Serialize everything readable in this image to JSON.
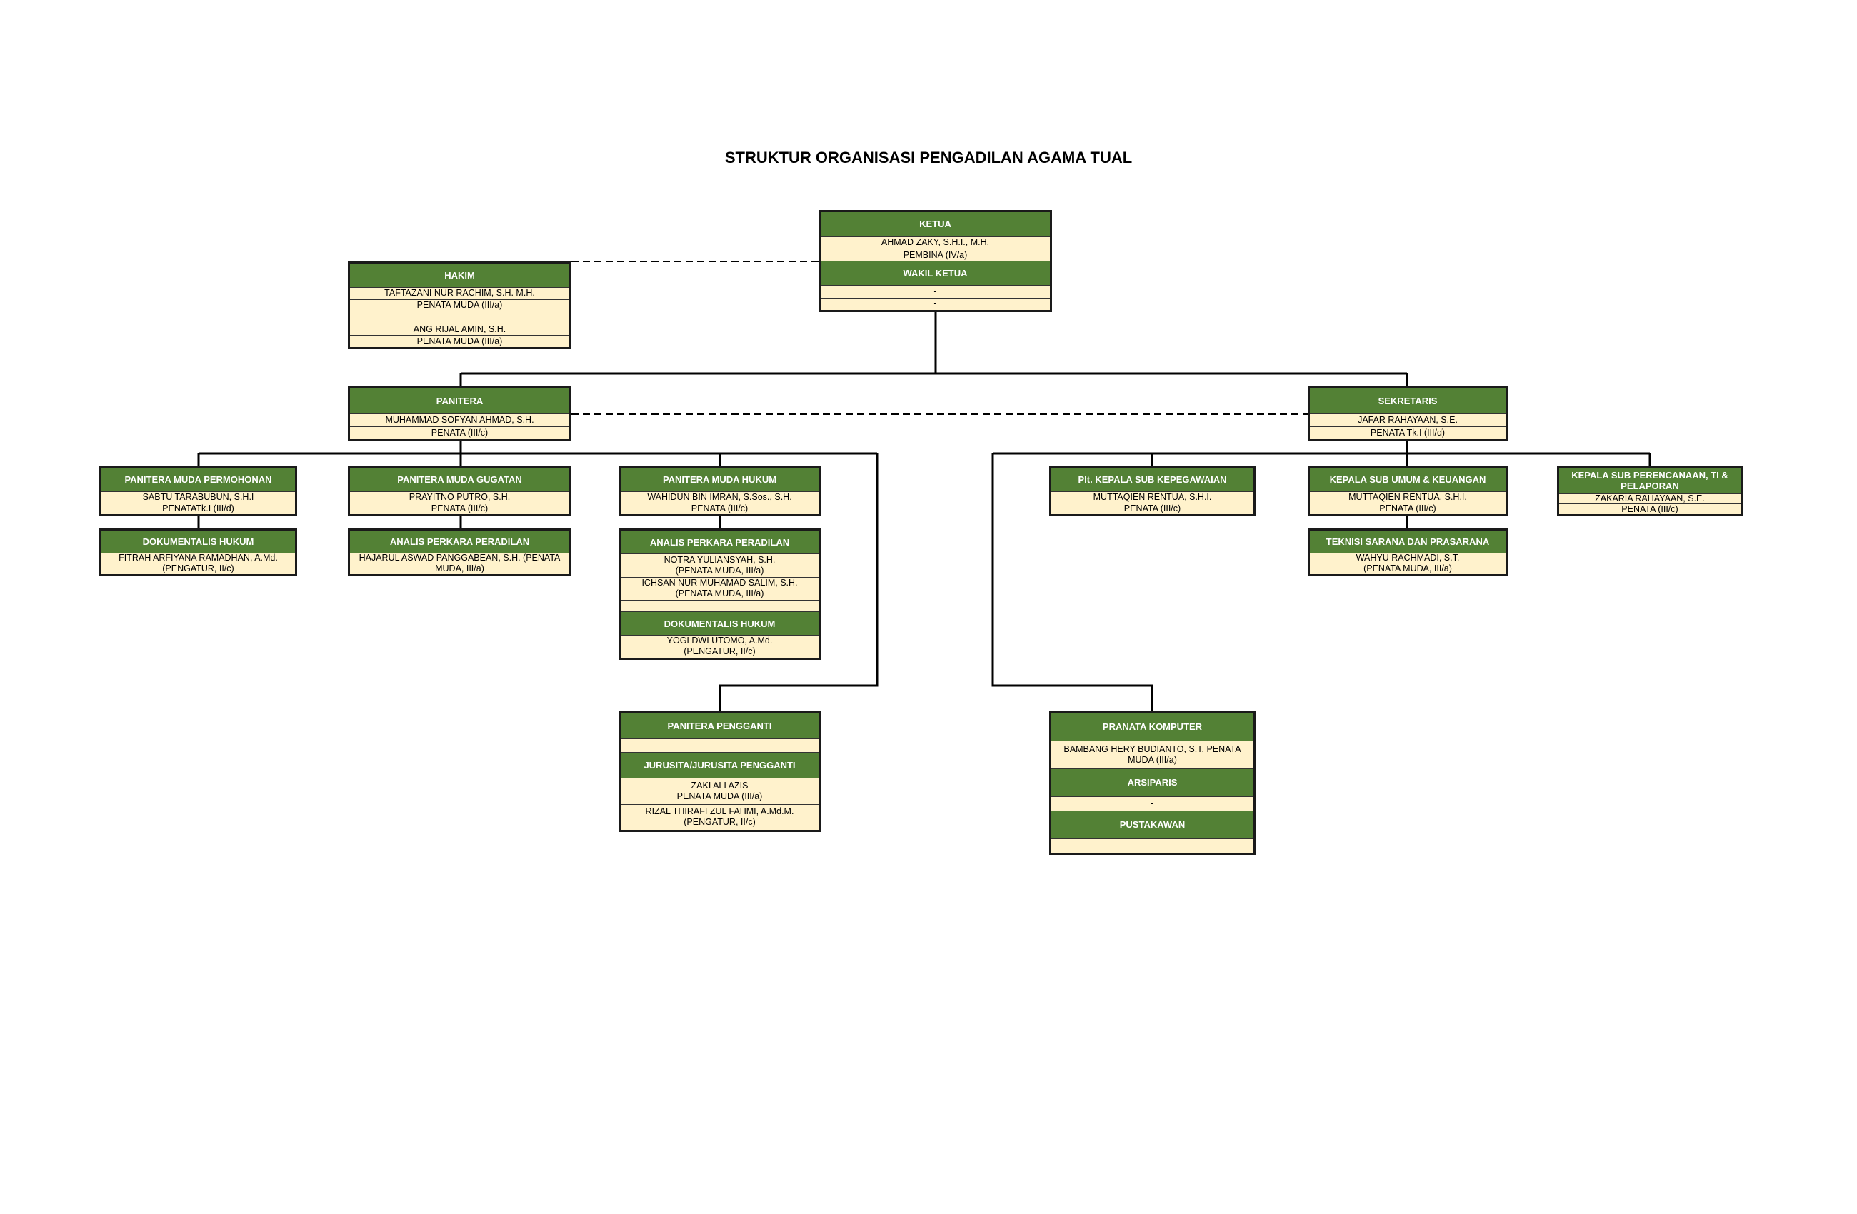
{
  "title": "STRUKTUR ORGANISASI PENGADILAN AGAMA TUAL",
  "colors": {
    "header": "#538135",
    "cell": "#fff2cc",
    "border": "#1a1a1a"
  },
  "boxes": {
    "ketua": [
      {
        "header": "KETUA",
        "rows": [
          "AHMAD ZAKY, S.H.I., M.H.",
          "PEMBINA (IV/a)"
        ]
      },
      {
        "header": "WAKIL KETUA",
        "rows": [
          "-",
          "-"
        ]
      }
    ],
    "hakim": [
      {
        "header": "HAKIM",
        "rows": [
          "TAFTAZANI NUR RACHIM, S.H. M.H.",
          "PENATA MUDA (III/a)",
          "",
          "ANG RIJAL AMIN, S.H.",
          "PENATA MUDA (III/a)"
        ]
      }
    ],
    "panitera": [
      {
        "header": "PANITERA",
        "rows": [
          "MUHAMMAD SOFYAN AHMAD, S.H.",
          "PENATA (III/c)"
        ]
      }
    ],
    "sekretaris": [
      {
        "header": "SEKRETARIS",
        "rows": [
          "JAFAR RAHAYAAN, S.E.",
          "PENATA Tk.I (III/d)"
        ]
      }
    ],
    "pm_permohonan": [
      {
        "header": "PANITERA MUDA PERMOHONAN",
        "rows": [
          "SABTU TARABUBUN, S.H.I",
          "PENATATk.I (III/d)"
        ]
      }
    ],
    "pm_gugatan": [
      {
        "header": "PANITERA MUDA GUGATAN",
        "rows": [
          "PRAYITNO PUTRO, S.H.",
          "PENATA (III/c)"
        ]
      }
    ],
    "pm_hukum": [
      {
        "header": "PANITERA MUDA HUKUM",
        "rows": [
          "WAHIDUN BIN IMRAN, S.Sos., S.H.",
          "PENATA (III/c)"
        ]
      }
    ],
    "dok_hukum_1": [
      {
        "header": "DOKUMENTALIS HUKUM",
        "rows": [
          "FITRAH ARFIYANA RAMADHAN, A.Md.\n(PENGATUR, II/c)"
        ]
      }
    ],
    "analis_1": [
      {
        "header": "ANALIS PERKARA PERADILAN",
        "rows": [
          "HAJARUL ASWAD PANGGABEAN, S.H. (PENATA\nMUDA, III/a)"
        ]
      }
    ],
    "analis_2": [
      {
        "header": "ANALIS PERKARA PERADILAN",
        "rows": [
          "NOTRA YULIANSYAH, S.H.\n(PENATA MUDA, III/a)",
          "ICHSAN NUR MUHAMAD SALIM, S.H.\n(PENATA MUDA, III/a)",
          ""
        ]
      },
      {
        "header": "DOKUMENTALIS HUKUM",
        "rows": [
          "YOGI DWI UTOMO, A.Md.\n(PENGATUR, II/c)"
        ]
      }
    ],
    "kepegawaian": [
      {
        "header": "Plt. KEPALA SUB KEPEGAWAIAN",
        "rows": [
          "MUTTAQIEN RENTUA, S.H.I.",
          "PENATA (III/c)"
        ]
      }
    ],
    "umum": [
      {
        "header": "KEPALA SUB UMUM & KEUANGAN",
        "rows": [
          "MUTTAQIEN RENTUA, S.H.I.",
          "PENATA (III/c)"
        ]
      }
    ],
    "perencanaan": [
      {
        "header": "KEPALA SUB PERENCANAAN, TI &\nPELAPORAN",
        "rows": [
          "ZAKARIA RAHAYAAN, S.E.",
          "PENATA (III/c)"
        ]
      }
    ],
    "teknisi": [
      {
        "header": "TEKNISI SARANA DAN PRASARANA",
        "rows": [
          "WAHYU RACHMADI, S.T.\n(PENATA MUDA, III/a)"
        ]
      }
    ],
    "pengganti": [
      {
        "header": "PANITERA PENGGANTI",
        "rows": [
          "-"
        ]
      },
      {
        "header": "JURUSITA/JURUSITA PENGGANTI",
        "rows": [
          "ZAKI ALI AZIS\nPENATA MUDA (III/a)",
          "RIZAL THIRAFI ZUL FAHMI, A.Md.M.\n(PENGATUR, II/c)"
        ]
      }
    ],
    "pranata": [
      {
        "header": "PRANATA KOMPUTER",
        "rows": [
          "BAMBANG HERY BUDIANTO, S.T.      PENATA\nMUDA (III/a)"
        ]
      },
      {
        "header": "ARSIPARIS",
        "rows": [
          "-"
        ]
      },
      {
        "header": "PUSTAKAWAN",
        "rows": [
          "-"
        ]
      }
    ]
  }
}
